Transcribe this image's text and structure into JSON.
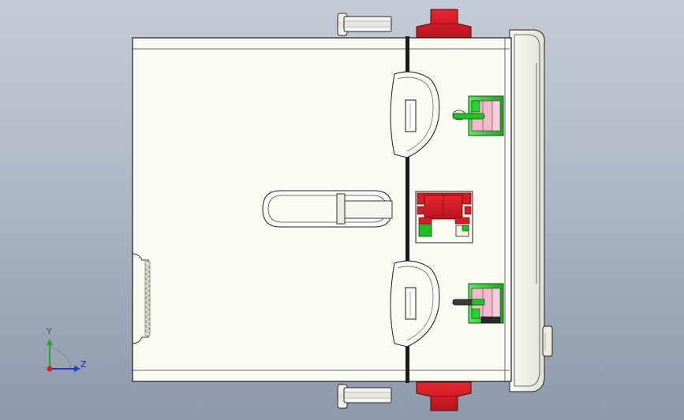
{
  "app": {
    "type": "cad-3d-viewport",
    "view": "orthographic-front"
  },
  "triad": {
    "y_label": "Y",
    "z_label": "Z"
  },
  "colors": {
    "background_top": "#c4cbd6",
    "background_bottom": "#8e9aac",
    "body": "#fbfbf4",
    "outline": "#1a1a1a",
    "accent_red": "#d41c26",
    "accent_green": "#1fbf24",
    "accent_pink": "#f2b8cb",
    "axis_y": "#2aa12a",
    "axis_z": "#2038d0",
    "axis_x": "#d0202a"
  },
  "icons": {
    "triad": "coordinate-triad-icon"
  }
}
